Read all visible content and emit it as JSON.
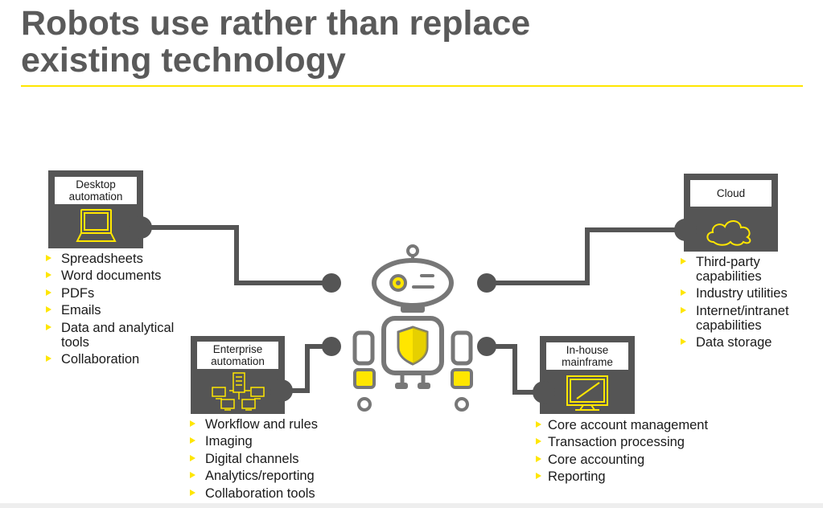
{
  "title": {
    "line1": "Robots use rather than replace",
    "line2": "existing technology"
  },
  "colors": {
    "title": "#5a5a5a",
    "dark_gray": "#555555",
    "accent_yellow": "#ffe600",
    "robot_gray": "#777777"
  },
  "nodes": {
    "desktop": {
      "label_line1": "Desktop",
      "label_line2": "automation",
      "icon": "laptop-icon",
      "items": [
        "Spreadsheets",
        "Word documents",
        "PDFs",
        "Emails",
        "Data and analytical tools",
        "Collaboration"
      ]
    },
    "enterprise": {
      "label_line1": "Enterprise",
      "label_line2": "automation",
      "icon": "network-building-icon",
      "items": [
        "Workflow and rules",
        "Imaging",
        "Digital channels",
        "Analytics/reporting",
        "Collaboration tools"
      ]
    },
    "cloud": {
      "label": "Cloud",
      "icon": "cloud-icon",
      "items": [
        "Third-party capabilities",
        "Industry utilities",
        "Internet/intranet capabilities",
        "Data storage"
      ]
    },
    "mainframe": {
      "label_line1": "In-house",
      "label_line2": "mainframe",
      "icon": "monitor-icon",
      "items": [
        "Core account management",
        "Transaction processing",
        "Core accounting",
        "Reporting"
      ]
    }
  },
  "robot": {
    "icon": "robot-shield-icon"
  }
}
